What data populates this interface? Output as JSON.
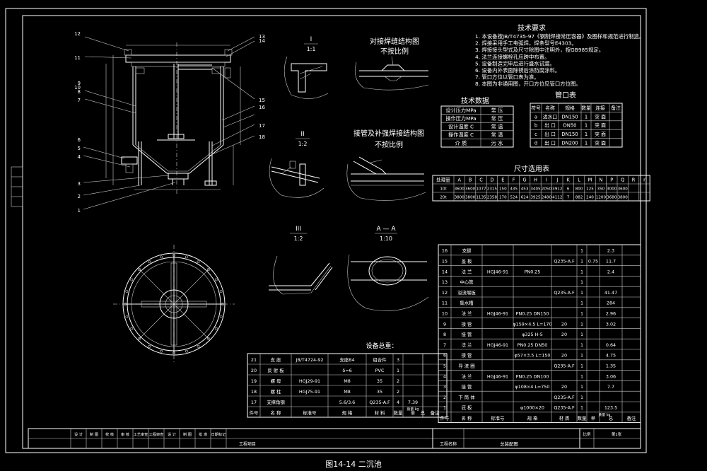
{
  "caption": "图14-14 二沉池",
  "tech_req": {
    "title": "技术要求",
    "lines": [
      "1. 本设备按JB/T4735-97《钢制焊接常压容器》及图样和规范进行制造。",
      "2. 焊接采用手工电弧焊，焊条型号E4303。",
      "3. 焊接接头型式及尺寸除图中注明外，按GB985规定。",
      "4. 法兰连接螺栓孔应跨中布置。",
      "5. 设备制造完毕后进行盛水试漏。",
      "6. 设备内外表面除锈后涂防腐涂料。",
      "7. 管口方位以管口表为准。",
      "8. 本图为非通用图，开口方位见管口方位图。"
    ]
  },
  "weld1": {
    "title": "对接焊缝结构图",
    "scale": "不按比例"
  },
  "weld2": {
    "title": "接管及补强焊接结构图",
    "scale": "不按比例"
  },
  "detail_I": {
    "label": "I",
    "scale": "1:1"
  },
  "detail_II": {
    "label": "II",
    "scale": "1:2"
  },
  "detail_III": {
    "label": "III",
    "scale": "1:2"
  },
  "section_AA": {
    "label": "A — A",
    "scale": "1:10"
  },
  "tech_data": {
    "title": "技术数据",
    "rows": [
      [
        "设计压力MPa",
        "常 压"
      ],
      [
        "操作压力MPa",
        "常 压"
      ],
      [
        "设计温度 C",
        "常 温"
      ],
      [
        "操作温度 C",
        "常 温"
      ],
      [
        "介 质",
        "污 水"
      ]
    ]
  },
  "nozzle_table": {
    "title": "管口表",
    "headers": [
      "符号",
      "名称",
      "规格",
      "数量",
      "连接",
      "备注"
    ],
    "rows": [
      [
        "a",
        "进水口",
        "DN150",
        "1",
        "突 面",
        ""
      ],
      [
        "b",
        "出 口",
        "DN50",
        "1",
        "突 面",
        ""
      ],
      [
        "c",
        "出 口",
        "DN150",
        "1",
        "突 面",
        ""
      ],
      [
        "d",
        "出 口",
        "DN200",
        "1",
        "突 面",
        ""
      ]
    ]
  },
  "size_table": {
    "title": "尺寸选用表",
    "headers": [
      "处理量",
      "A",
      "B",
      "C",
      "D",
      "E",
      "F",
      "G",
      "H",
      "I",
      "J",
      "K",
      "L",
      "M",
      "N",
      "P",
      "Q",
      "R",
      "r"
    ],
    "rows": [
      [
        "10t",
        "3600",
        "3600",
        "1077",
        "2315",
        "150",
        "435",
        "453",
        "3405",
        "2050",
        "3912",
        "6",
        "800",
        "125",
        "350",
        "3000",
        "3600",
        "",
        ""
      ],
      [
        "20t",
        "3800",
        "3800",
        "1135",
        "2358",
        "170",
        "524",
        "624",
        "3925",
        "2480",
        "4112",
        "7",
        "882",
        "240",
        "1200",
        "3680",
        "3800",
        "",
        ""
      ]
    ]
  },
  "parts_right": {
    "rows": [
      [
        "16",
        "支腿",
        "",
        "",
        "",
        "1",
        "",
        "2.3",
        ""
      ],
      [
        "15",
        "盖 板",
        "",
        "",
        "Q235-A.F",
        "1",
        "0.75",
        "11.7",
        ""
      ],
      [
        "14",
        "法 兰",
        "HGJ46-91",
        "PN0.25",
        "",
        "1",
        "",
        "2.4",
        ""
      ],
      [
        "13",
        "中心管",
        "",
        "",
        "",
        "1",
        "",
        "",
        ""
      ],
      [
        "12",
        "溢流堰板",
        "",
        "",
        "Q235-A.F",
        "1",
        "",
        "41.47",
        ""
      ],
      [
        "11",
        "集水槽",
        "",
        "",
        "",
        "1",
        "",
        "284",
        ""
      ],
      [
        "10",
        "法 兰",
        "HGJ46-91",
        "PN0.25 DN150",
        "",
        "1",
        "",
        "2.96",
        ""
      ],
      [
        "9",
        "接 管",
        "",
        "φ159×4.5 L=170",
        "20",
        "1",
        "",
        "3.02",
        ""
      ],
      [
        "8",
        "接 管",
        "",
        "φ325 H-5",
        "20",
        "1",
        "",
        "",
        ""
      ],
      [
        "7",
        "法 兰",
        "HGJ46-91",
        "PN0.25 DN50",
        "",
        "1",
        "",
        "0.64",
        ""
      ],
      [
        "6",
        "接 管",
        "",
        "φ57×3.5 L=150",
        "20",
        "1",
        "",
        "4.75",
        ""
      ],
      [
        "5",
        "导 流 圈",
        "",
        "",
        "Q235-A.F",
        "1",
        "",
        "1.35",
        ""
      ],
      [
        "4",
        "法 兰",
        "HGJ46-91",
        "PN0.25 DN100",
        "",
        "1",
        "",
        "3.06",
        ""
      ],
      [
        "3",
        "接 管",
        "",
        "φ108×4 L=750",
        "20",
        "1",
        "",
        "7.7",
        ""
      ],
      [
        "2",
        "下 筒 体",
        "",
        "",
        "Q235-A.F",
        "1",
        "",
        "",
        ""
      ],
      [
        "1",
        "底 板",
        "",
        "φ1000×20",
        "Q235-A.F",
        "1",
        "",
        "123.5",
        ""
      ]
    ],
    "header": [
      "件号",
      "名 称",
      "标准号",
      "规 格",
      "材 质",
      "数量",
      "单",
      "总",
      "备注"
    ],
    "mass_label": "质量 kg"
  },
  "parts_bottom": {
    "title": "设备总重：",
    "rows": [
      [
        "21",
        "支 座",
        "JB/T4724-92",
        "支座B4",
        "组合件",
        "3",
        "",
        "",
        ""
      ],
      [
        "20",
        "反 射 板",
        "",
        "δ=6",
        "PVC",
        "1",
        "",
        "",
        ""
      ],
      [
        "19",
        "螺 母",
        "HGJ29-91",
        "M8",
        "35",
        "2",
        "",
        "",
        ""
      ],
      [
        "18",
        "螺 柱",
        "HGJ75-91",
        "M8",
        "35",
        "2",
        "",
        "",
        ""
      ],
      [
        "17",
        "支撑角钢",
        "",
        "5.6/3.6",
        "Q235-A.F",
        "4",
        "7.39",
        "",
        ""
      ]
    ],
    "header": [
      "件号",
      "名 称",
      "标准号",
      "规 格",
      "材 料",
      "数量",
      "单",
      "总",
      "备注"
    ],
    "mass_label": "质量 kg"
  },
  "title_block": {
    "row_labels": [
      "设 计",
      "制 图",
      "校 核",
      "审 核",
      "工艺审查",
      "工程审查",
      "设 计",
      "制 图",
      "批 准",
      "日期标记"
    ],
    "project": "工程名称",
    "drawing": "总装配图",
    "left_extra": "工程项目",
    "scale_label": "比例",
    "sheet_label": "第1张"
  },
  "labels": [
    "1",
    "2",
    "3",
    "4",
    "5",
    "6",
    "7",
    "8",
    "9",
    "10",
    "11",
    "12",
    "13",
    "14",
    "15",
    "16",
    "17",
    "18"
  ]
}
